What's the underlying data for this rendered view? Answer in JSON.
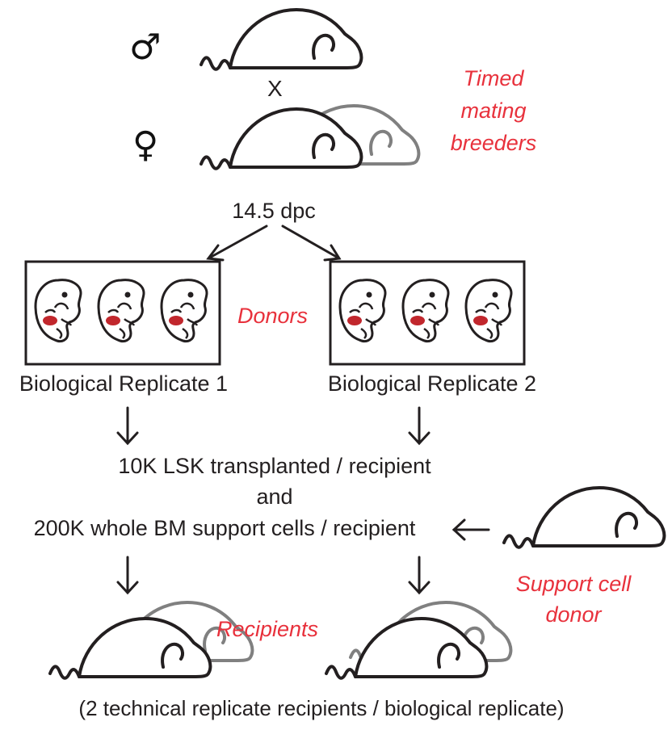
{
  "symbols": {
    "male": "♂",
    "female": "♀",
    "cross": "X"
  },
  "labels": {
    "timed_mating_line1": "Timed",
    "timed_mating_line2": "mating",
    "timed_mating_line3": "breeders",
    "dpc": "14.5 dpc",
    "donors": "Donors",
    "rep1": "Biological Replicate 1",
    "rep2": "Biological Replicate 2",
    "transplant_line1": "10K LSK transplanted / recipient",
    "transplant_line2": "and",
    "transplant_line3": "200K whole BM support cells / recipient",
    "support_line1": "Support cell",
    "support_line2": "donor",
    "recipients": "Recipients",
    "footnote": "(2 technical replicate recipients / biological replicate)"
  },
  "colors": {
    "ink": "#231f20",
    "accent_red": "#e8313c",
    "ghost_mouse": "#808080",
    "embryo_liver": "#c1272d"
  },
  "icons": [
    "mouse-icon",
    "embryo-icon",
    "arrow-icon",
    "male-symbol-icon",
    "female-symbol-icon"
  ]
}
